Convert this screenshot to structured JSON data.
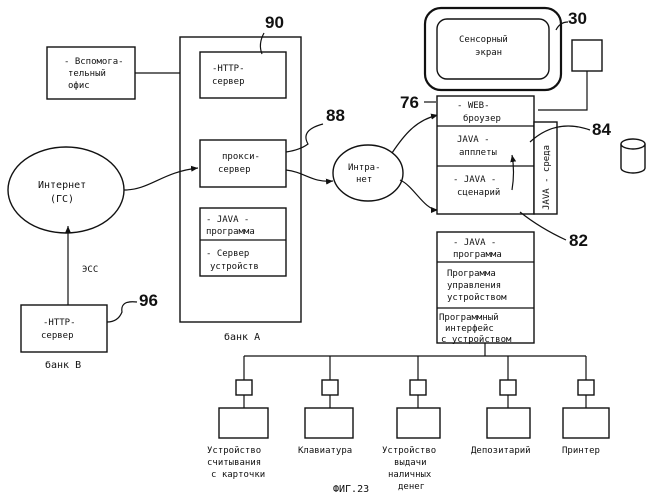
{
  "figure_caption": "ФИГ.23",
  "refs": {
    "r90": "90",
    "r30": "30",
    "r88": "88",
    "r76": "76",
    "r84": "84",
    "r82": "82",
    "r96": "96"
  },
  "aux_office": {
    "line1": "- Вспомога-",
    "line2": "тельный",
    "line3": "офис"
  },
  "bank_a": {
    "http_server": {
      "line1": "-НТТР-",
      "line2": "сервер"
    },
    "proxy_server": {
      "line1": "прокси-",
      "line2": "сервер"
    },
    "java_program": {
      "line1": "- JAVA -",
      "line2": "программа"
    },
    "device_server": {
      "line1": "- Сервер",
      "line2": "устройств"
    },
    "label": "банк А"
  },
  "internet": {
    "line1": "Интернет",
    "line2": "(ГС)"
  },
  "intranet": {
    "line1": "Интра-",
    "line2": "нет"
  },
  "ecc_label": "ЭСС",
  "bank_b": {
    "http_server": {
      "line1": "-НТТР-",
      "line2": "сервер"
    },
    "label": "банк В"
  },
  "touchscreen": {
    "line1": "Сенсорный",
    "line2": "экран"
  },
  "terminal": {
    "web_browser": {
      "line1": "- WEB-",
      "line2": "броузер"
    },
    "java_applets": {
      "line1": "JAVA -",
      "line2": "апплеты"
    },
    "java_scripts": {
      "line1": "- JAVA -",
      "line2": "сценарий"
    },
    "java_env": "JAVA - среда"
  },
  "device_stack": {
    "java_program": {
      "line1": "- JAVA -",
      "line2": "программа"
    },
    "device_control": {
      "line1": "Программа",
      "line2": "управления",
      "line3": "устройством"
    },
    "device_interface": {
      "line1": "Программный",
      "line2": "интерфейс",
      "line3": "с устройством"
    }
  },
  "devices": [
    {
      "line1": "Устройство",
      "line2": "считывания",
      "line3": "с карточки"
    },
    {
      "line1": "Клавиатура",
      "line2": "",
      "line3": ""
    },
    {
      "line1": "Устройство",
      "line2": "выдачи",
      "line3": "наличных",
      "line4": "денег"
    },
    {
      "line1": "Депозитарий",
      "line2": "",
      "line3": ""
    },
    {
      "line1": "Принтер",
      "line2": "",
      "line3": ""
    }
  ]
}
